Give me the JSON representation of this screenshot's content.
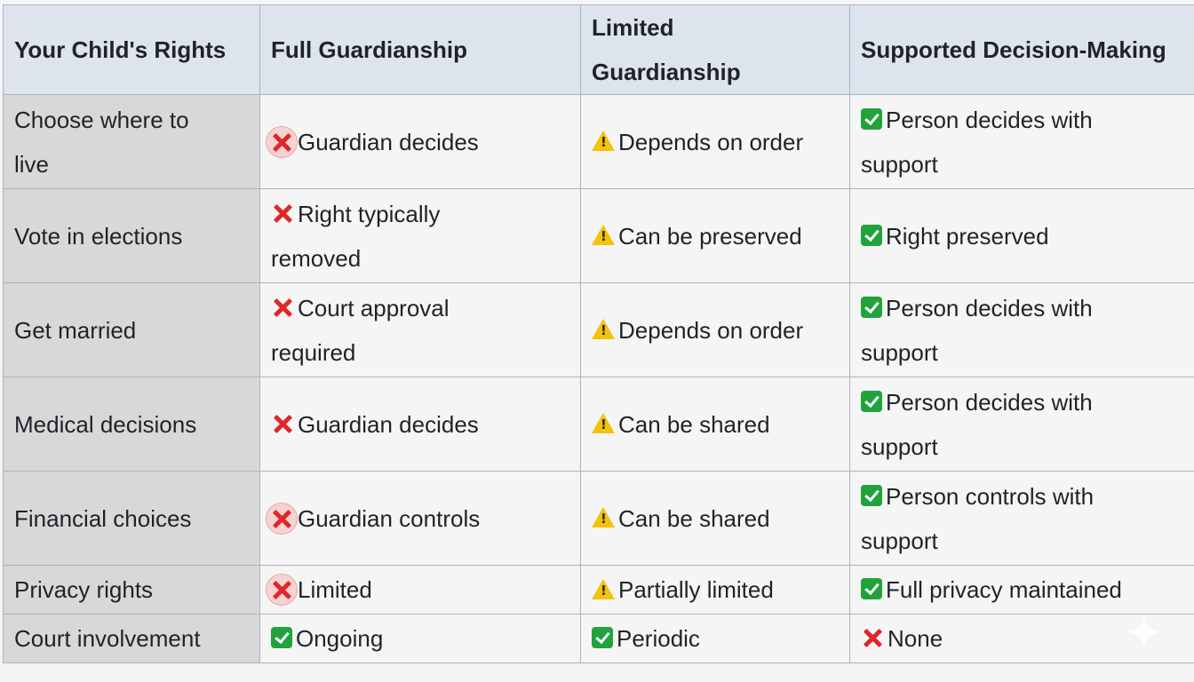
{
  "headers": [
    "Your Child's Rights",
    "Full Guardianship",
    "Limited Guardianship",
    "Supported Decision-Making"
  ],
  "rows": [
    {
      "right": "Choose where to live",
      "full": {
        "icon": "cross-circled-icon",
        "text": "Guardian decides"
      },
      "limited": {
        "icon": "warning-icon",
        "text": "Depends on order"
      },
      "supported": {
        "icon": "check-icon",
        "text": "Person decides with support"
      }
    },
    {
      "right": "Vote in elections",
      "full": {
        "icon": "cross-icon",
        "text": "Right typically removed"
      },
      "limited": {
        "icon": "warning-icon",
        "text": "Can be preserved"
      },
      "supported": {
        "icon": "check-icon",
        "text": "Right preserved"
      }
    },
    {
      "right": "Get married",
      "full": {
        "icon": "cross-icon",
        "text": "Court approval required"
      },
      "limited": {
        "icon": "warning-icon",
        "text": "Depends on order"
      },
      "supported": {
        "icon": "check-icon",
        "text": "Person decides with support"
      }
    },
    {
      "right": "Medical decisions",
      "full": {
        "icon": "cross-icon",
        "text": "Guardian decides"
      },
      "limited": {
        "icon": "warning-icon",
        "text": "Can be shared"
      },
      "supported": {
        "icon": "check-icon",
        "text": "Person decides with support"
      }
    },
    {
      "right": "Financial choices",
      "full": {
        "icon": "cross-circled-icon",
        "text": "Guardian controls"
      },
      "limited": {
        "icon": "warning-icon",
        "text": "Can be shared"
      },
      "supported": {
        "icon": "check-icon",
        "text": "Person controls with support"
      }
    },
    {
      "right": "Privacy rights",
      "full": {
        "icon": "cross-circled-icon",
        "text": "Limited"
      },
      "limited": {
        "icon": "warning-icon",
        "text": "Partially limited"
      },
      "supported": {
        "icon": "check-icon",
        "text": "Full privacy maintained"
      }
    },
    {
      "right": "Court involvement",
      "full": {
        "icon": "check-icon",
        "text": "Ongoing"
      },
      "limited": {
        "icon": "check-icon",
        "text": "Periodic"
      },
      "supported": {
        "icon": "cross-icon",
        "text": "None"
      }
    }
  ],
  "colors": {
    "header_bg": "#dde4ee",
    "rowhead_bg": "#d8d8d9",
    "cell_bg": "#f5f5f5",
    "check": "#21a33b",
    "cross": "#e0262b",
    "warning": "#f4c20d"
  }
}
